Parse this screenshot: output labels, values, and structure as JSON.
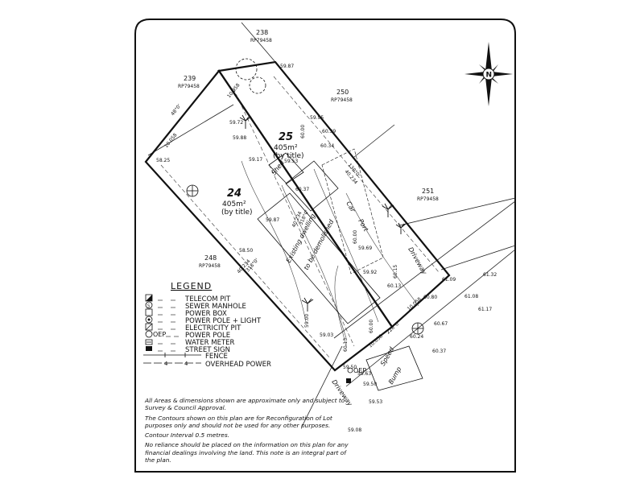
{
  "lots": {
    "lot25": {
      "number": "25",
      "area": "405m²",
      "area_note": "(by title)"
    },
    "lot24": {
      "number": "24",
      "area": "405m²",
      "area_note": "(by title)"
    },
    "lot238": {
      "number": "238",
      "plan": "RP79458"
    },
    "lot239": {
      "number": "239",
      "plan": "RP79458"
    },
    "lot250": {
      "number": "250",
      "plan": "RP79458"
    },
    "lot251": {
      "number": "251",
      "plan": "RP79458"
    },
    "lot248": {
      "number": "248",
      "plan": "RP79458"
    }
  },
  "dimensions": {
    "top_25": "10.058",
    "top_24": "10.058",
    "front_25": "10.058",
    "front_24": "10.058",
    "side_25_right": "40.234",
    "side_shared": "40.234",
    "side_24_left": "40.234",
    "b1": "48°0'",
    "b2": "138°0'",
    "b3": "318°0'",
    "b4": "228°0'",
    "b5": "318°0'"
  },
  "spot_levels": {
    "l1": "59.87",
    "l2": "59.95",
    "l3": "60.00",
    "l4": "60.39",
    "l5": "59.72",
    "l6": "59.88",
    "l7": "60.34",
    "l8": "58.25",
    "l9": "59.17",
    "l10": "59.53",
    "l11": "60.37",
    "l12": "59.87",
    "l13": "58.50",
    "l14": "59.92",
    "l15": "60.13",
    "l16": "59.69",
    "l17": "60.00",
    "l18": "60.15",
    "l19": "61.32",
    "l20": "61.09",
    "l21": "60.80",
    "l22": "61.08",
    "l23": "61.17",
    "l24": "60.67",
    "l25": "60.24",
    "l26": "60.37",
    "l27": "59.00",
    "l28": "59.03",
    "l29": "60.13",
    "l30": "59.50",
    "l31": "59.63",
    "l32": "59.50",
    "l33": "59.53",
    "l34": "59.08",
    "l35": "60.00"
  },
  "features": {
    "shed": "Shed",
    "car_port_1": "Car",
    "car_port_2": "Port",
    "existing_dwelling": "Existing dwelling",
    "to_be_demolished": "to be demolished",
    "driveway_right": "Driveway",
    "driveway_bottom": "Driveway",
    "speed": "Speed",
    "bump": "Bump",
    "oep": "OEP"
  },
  "compass": {
    "north": "N"
  },
  "legend": {
    "title": "LEGEND",
    "items": [
      {
        "icon": "telecom-pit-icon",
        "label": "TELECOM PIT"
      },
      {
        "icon": "sewer-manhole-icon",
        "label": "SEWER MANHOLE"
      },
      {
        "icon": "power-box-icon",
        "label": "POWER BOX"
      },
      {
        "icon": "power-pole-light-icon",
        "label": "POWER POLE + LIGHT"
      },
      {
        "icon": "electricity-pit-icon",
        "label": "ELECTRICITY PIT"
      },
      {
        "icon": "power-pole-icon",
        "label": "POWER POLE"
      },
      {
        "icon": "water-meter-icon",
        "label": "WATER METER"
      },
      {
        "icon": "street-sign-icon",
        "label": "STREET SIGN"
      },
      {
        "icon": "fence-icon",
        "label": "FENCE"
      },
      {
        "icon": "overhead-power-icon",
        "label": "OVERHEAD POWER"
      }
    ],
    "oep_prefix": "OEP"
  },
  "notes": {
    "n1": "All Areas & dimensions shown are approximate only and subject to Survey & Council Approval.",
    "n2": "The Contours shown on this plan are for Reconfiguration of Lot purposes only and should not be used for any other purposes.",
    "n3": "Contour Interval 0.5 metres.",
    "n4": "No reliance should be placed on the information on this plan for any financial dealings involving the land. This note is an integral part of the plan."
  }
}
